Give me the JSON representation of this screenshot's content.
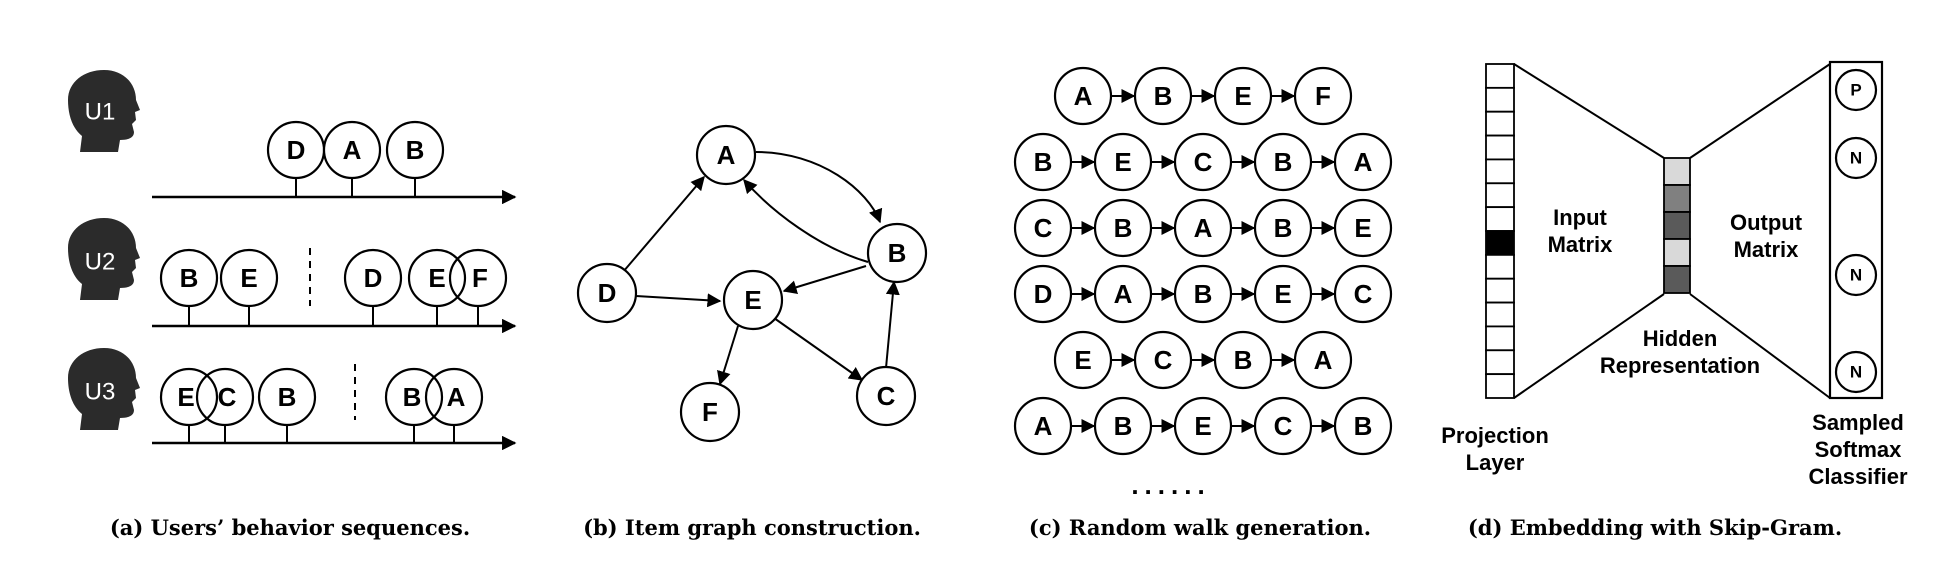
{
  "captions": {
    "a": "(a) Users’ behavior sequences.",
    "b": "(b) Item graph construction.",
    "c": "(c) Random walk generation.",
    "d": "(d) Embedding with Skip-Gram."
  },
  "panel_a": {
    "users": [
      {
        "id": "U1",
        "items": [
          "D",
          "A",
          "B"
        ]
      },
      {
        "id": "U2",
        "items": [
          "B",
          "E",
          "D",
          "E",
          "F"
        ]
      },
      {
        "id": "U3",
        "items": [
          "E",
          "C",
          "B",
          "B",
          "A"
        ]
      }
    ]
  },
  "panel_b": {
    "nodes": [
      "A",
      "B",
      "C",
      "D",
      "E",
      "F"
    ],
    "edges": [
      [
        "D",
        "A"
      ],
      [
        "D",
        "E"
      ],
      [
        "A",
        "B"
      ],
      [
        "B",
        "A"
      ],
      [
        "B",
        "E"
      ],
      [
        "E",
        "F"
      ],
      [
        "E",
        "C"
      ],
      [
        "C",
        "B"
      ]
    ]
  },
  "panel_c": {
    "walks": [
      [
        "A",
        "B",
        "E",
        "F"
      ],
      [
        "B",
        "E",
        "C",
        "B",
        "A"
      ],
      [
        "C",
        "B",
        "A",
        "B",
        "E"
      ],
      [
        "D",
        "A",
        "B",
        "E",
        "C"
      ],
      [
        "E",
        "C",
        "B",
        "A"
      ],
      [
        "A",
        "B",
        "E",
        "C",
        "B"
      ]
    ],
    "ellipsis": "......"
  },
  "panel_d": {
    "input_matrix": [
      "Input",
      "Matrix"
    ],
    "output_matrix": [
      "Output",
      "Matrix"
    ],
    "hidden_representation": [
      "Hidden",
      "Representation"
    ],
    "projection_layer": [
      "Projection",
      "Layer"
    ],
    "sampled_softmax": [
      "Sampled",
      "Softmax",
      "Classifier"
    ],
    "output_nodes": [
      "P",
      "N",
      "N",
      "N"
    ],
    "colors": {
      "projection_active": "#000000",
      "hidden_cells": [
        "#d9d9d9",
        "#808080",
        "#5a5a5a",
        "#d9d9d9",
        "#5a5a5a"
      ]
    }
  }
}
